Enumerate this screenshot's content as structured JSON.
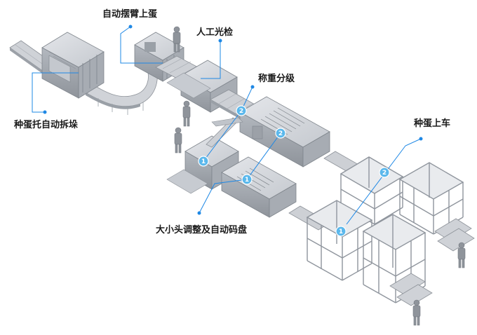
{
  "callouts": {
    "auto_destack": "种蛋托自动拆垛",
    "swing_arm_loading": "自动摆臂上蛋",
    "manual_candling": "人工光检",
    "weighing_grading": "称重分级",
    "size_adjust_tray": "大小头调整及自动码盘",
    "egg_to_cart": "种蛋上车"
  },
  "badges": {
    "weigh_1": "1",
    "weigh_2": "2",
    "sort_2": "2",
    "sort_1": "1",
    "cart_2": "2",
    "cart_1": "1"
  },
  "colors": {
    "machine_light": "#d3d6db",
    "machine_mid": "#b5b9c0",
    "machine_dark": "#8d9299",
    "frame": "#9ba1aa",
    "leader": "#1e88e5",
    "badge": "#5bb8ec"
  }
}
